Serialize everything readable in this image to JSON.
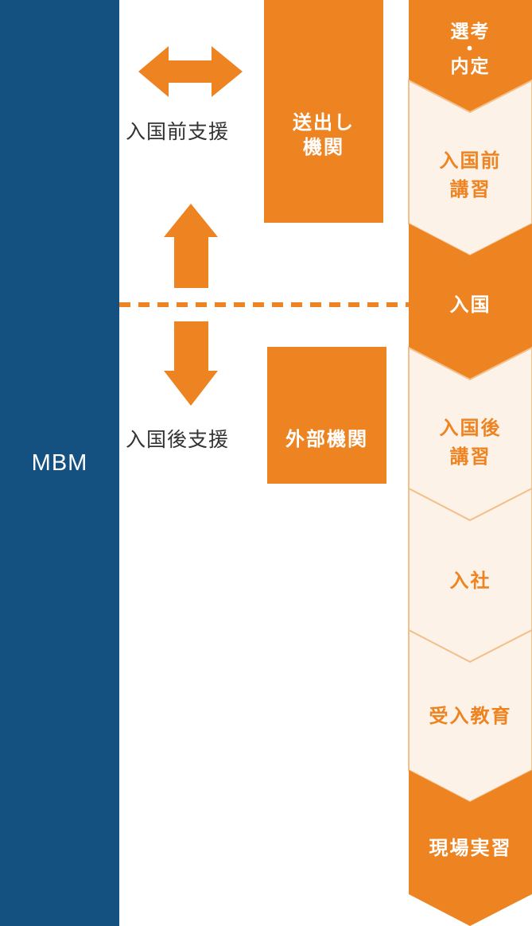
{
  "mbm_label": "MBM",
  "sending_org_label": "送出し\n機関",
  "external_org_label": "外部機関",
  "pre_entry_support_label": "入国前支援",
  "post_entry_support_label": "入国後支援",
  "colors": {
    "orange": "#ee8321",
    "navy": "#145181",
    "light": "#fdf2e7",
    "text": "#333333"
  },
  "steps": [
    {
      "label": "選考\n・\n内定",
      "style": "filled"
    },
    {
      "label": "入国前\n講習",
      "style": "light"
    },
    {
      "label": "入国",
      "style": "filled"
    },
    {
      "label": "入国後\n講習",
      "style": "light"
    },
    {
      "label": "入社",
      "style": "light"
    },
    {
      "label": "受入教育",
      "style": "light"
    },
    {
      "label": "現場実習",
      "style": "filled"
    }
  ]
}
